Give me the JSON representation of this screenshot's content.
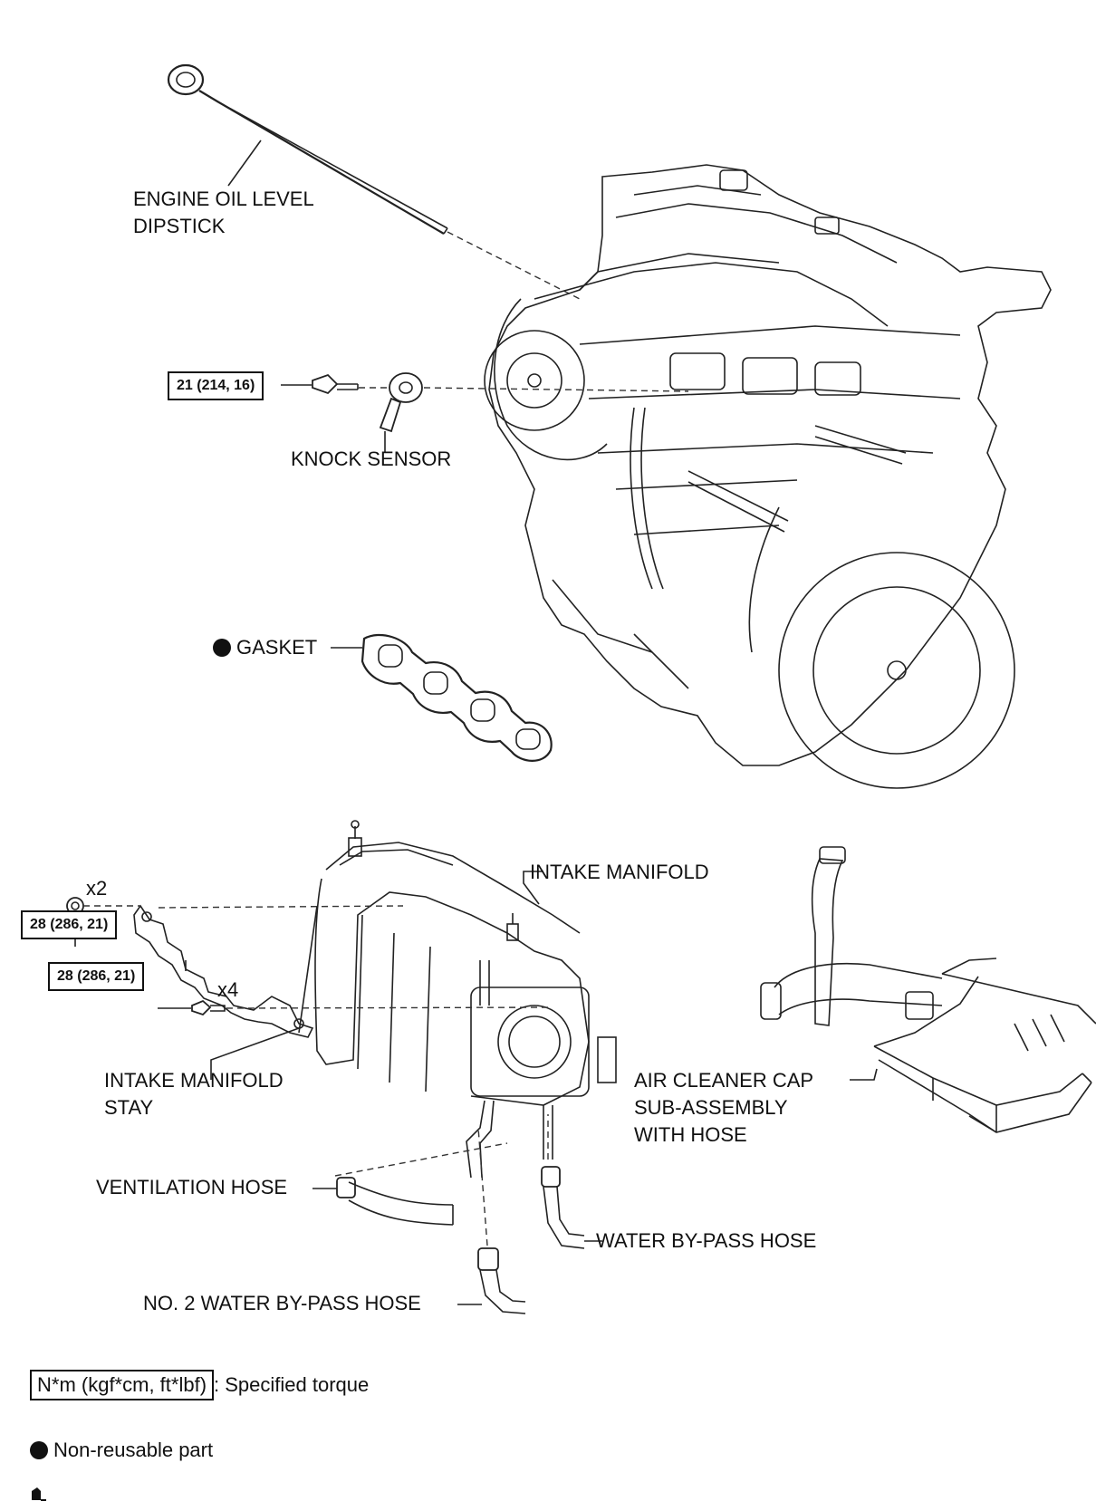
{
  "labels": {
    "dipstick": "ENGINE OIL LEVEL\nDIPSTICK",
    "knock_sensor": "KNOCK SENSOR",
    "gasket": "GASKET",
    "intake_manifold": "INTAKE MANIFOLD",
    "intake_manifold_stay": "INTAKE MANIFOLD\nSTAY",
    "air_cleaner": "AIR CLEANER CAP\nSUB-ASSEMBLY\nWITH HOSE",
    "ventilation_hose": "VENTILATION HOSE",
    "water_bypass_hose": "WATER BY-PASS HOSE",
    "no2_water_bypass_hose": "NO. 2 WATER BY-PASS HOSE"
  },
  "torques": {
    "knock_sensor_bolt": "21 (214, 16)",
    "stay_nut": "28 (286, 21)",
    "stay_bolt": "28 (286, 21)"
  },
  "multipliers": {
    "stay_nut": "x2",
    "stay_bolt": "x4"
  },
  "legend": {
    "torque_box": "N*m (kgf*cm, ft*lbf)",
    "torque_text": ": Specified torque",
    "non_reusable_text": "Non-reusable part"
  },
  "colors": {
    "ink": "#111111",
    "background": "#ffffff"
  }
}
